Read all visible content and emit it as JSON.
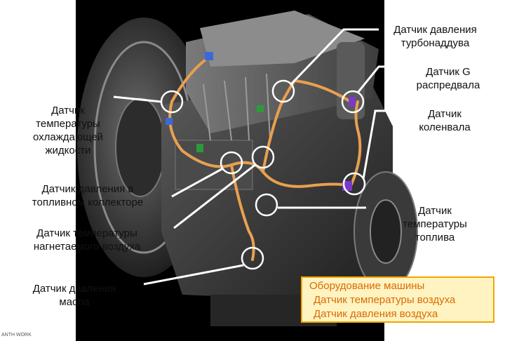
{
  "labels": {
    "boost_pressure": "Датчик давления\nтурбонаддува",
    "camshaft_g": "Датчик G\nраспредвала",
    "crankshaft": "Датчик\nколенвала",
    "coolant_temp": "Датчик\nтемпературы\nохлаждающей\nжидкости",
    "fuel_rail_pressure": "Датчик давления в\nтопливном коллекторе",
    "intake_air_temp": "Датчик температуры\nнагнетаемого воздуха",
    "fuel_temp": "Датчик\nтемпературы\nтоплива",
    "oil_pressure": "Датчик давления\nмасла"
  },
  "legend": {
    "line1": "Оборудование машины",
    "line2": "Датчик температуры воздуха",
    "line3": "Датчик давления воздуха"
  },
  "watermark": "ANTH WORK",
  "colors": {
    "leader_line": "#ffffff",
    "harness": "#e8a050",
    "engine_dark": "#2a2a2a",
    "engine_mid": "#5a5a5a",
    "legend_border": "#f2a400",
    "legend_text": "#d86c00"
  }
}
